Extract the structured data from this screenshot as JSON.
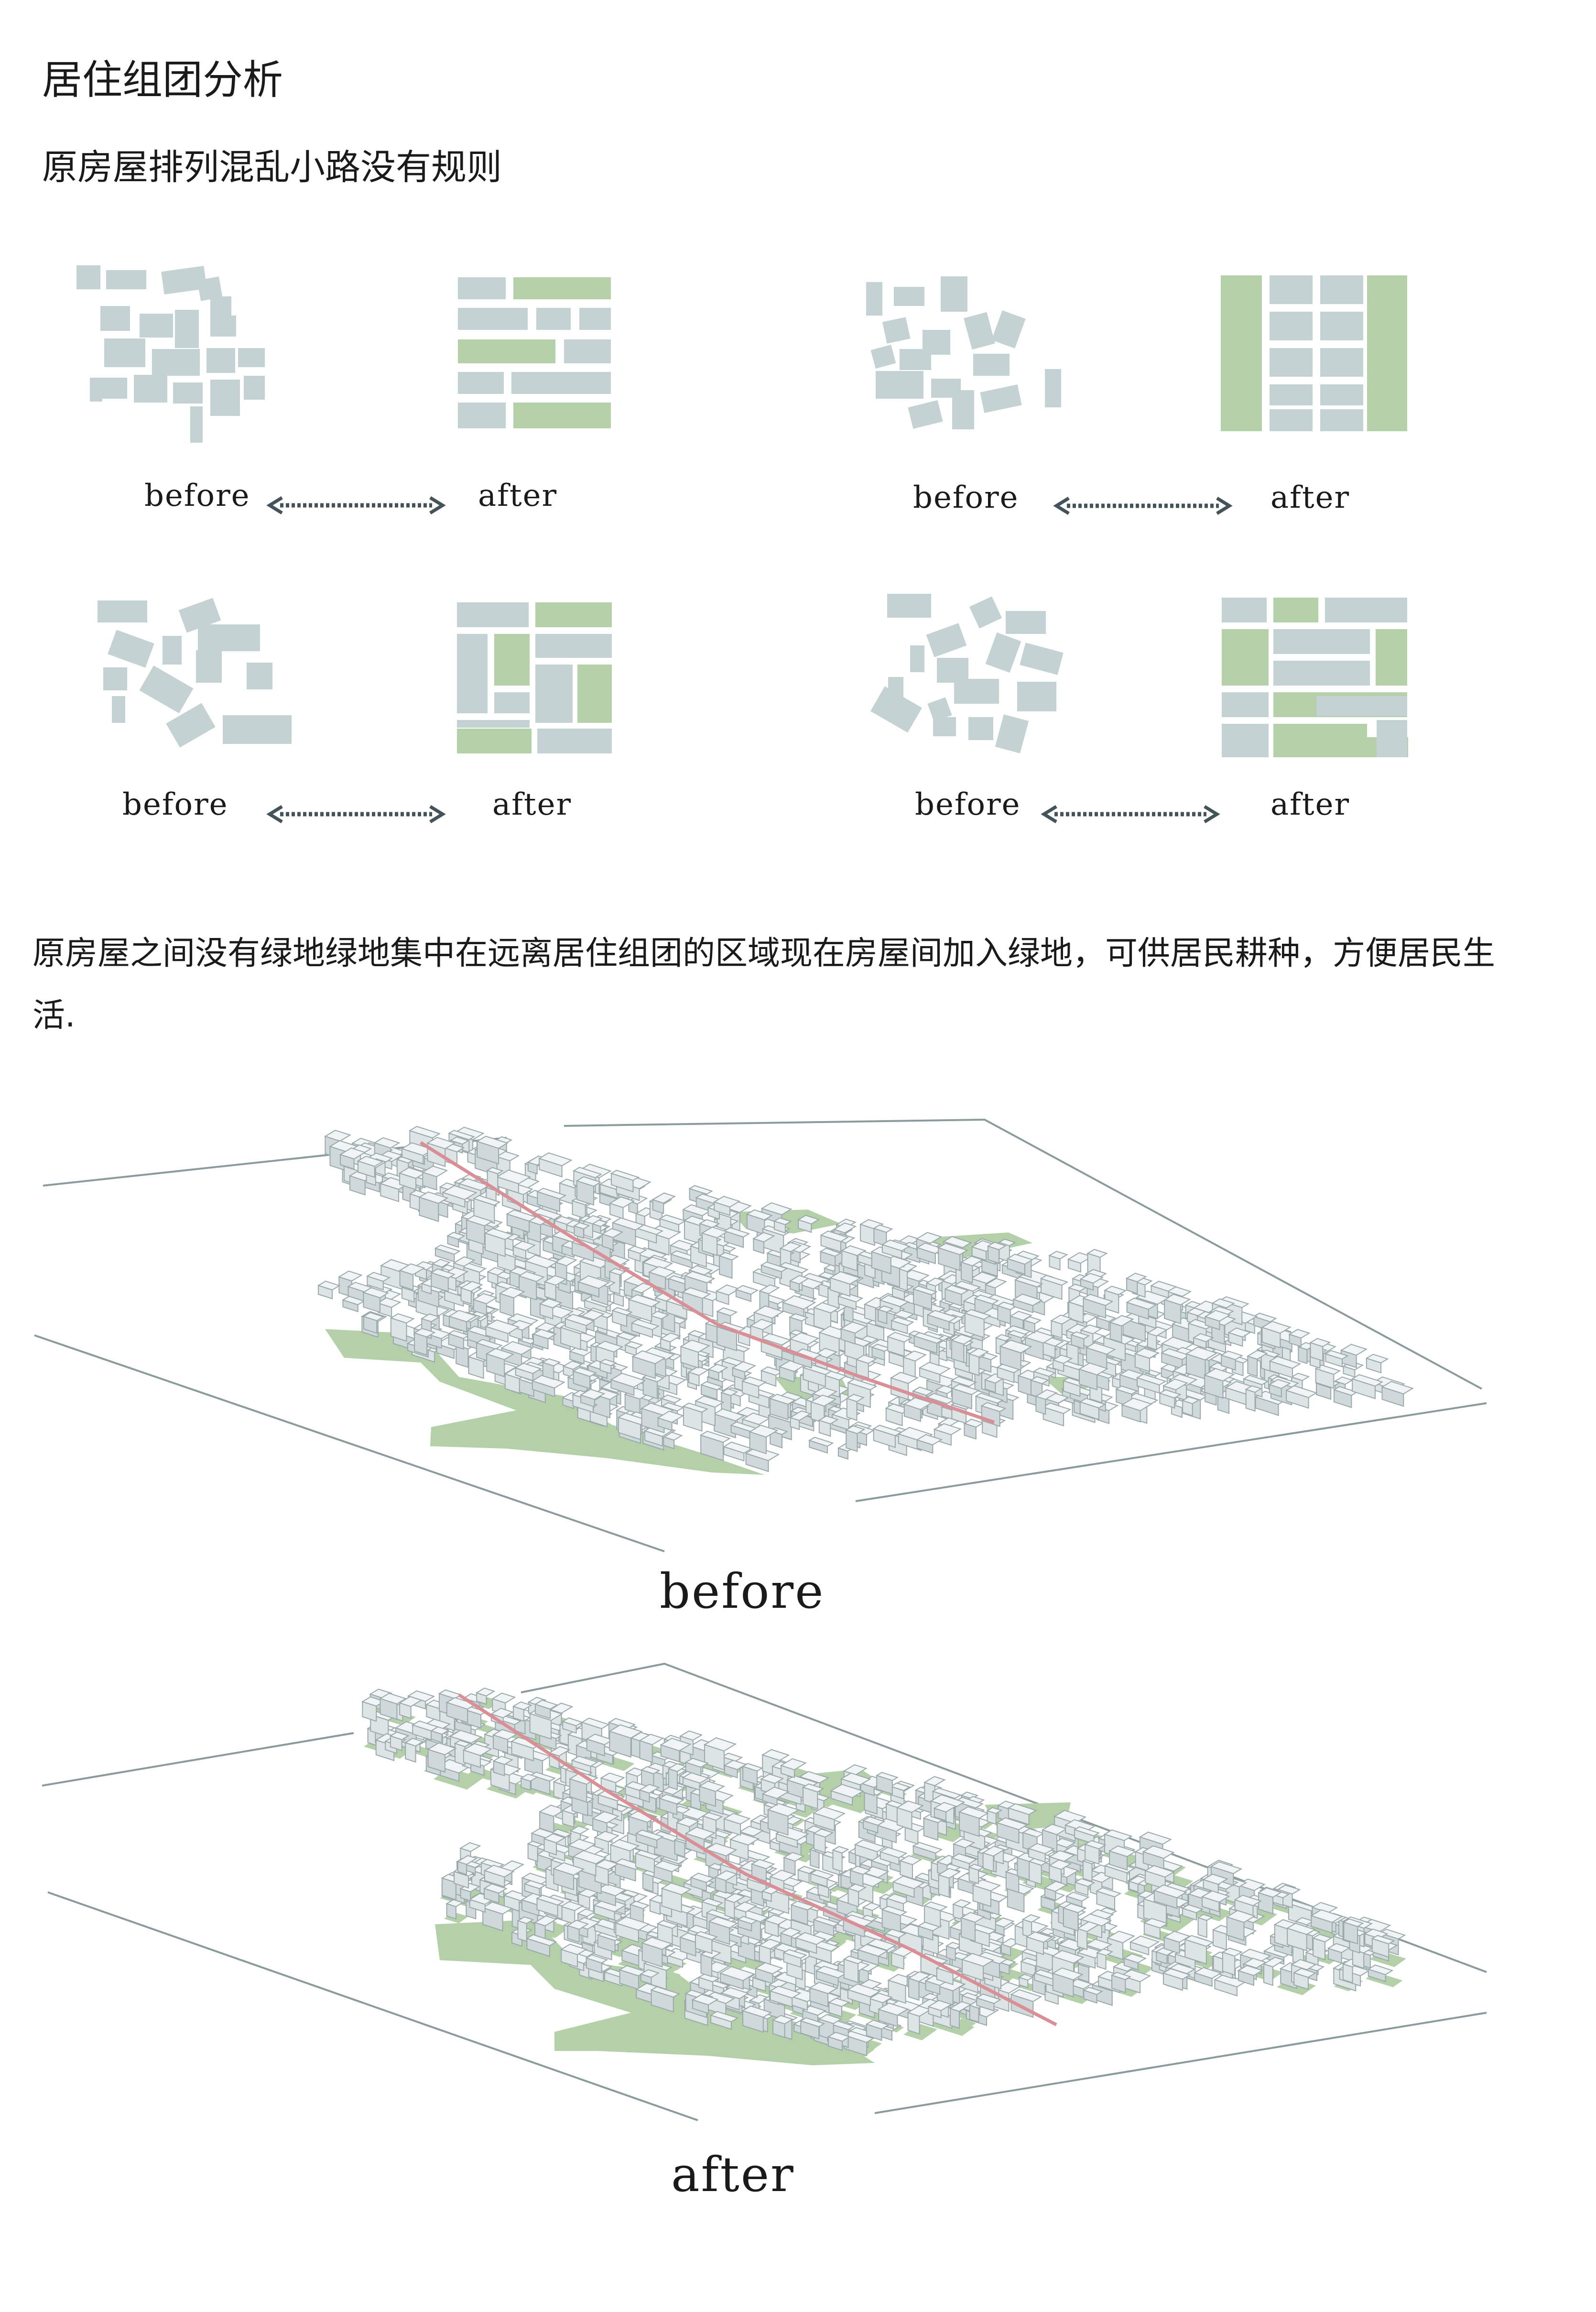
{
  "heading": "居住组团分析",
  "subheading": "原房屋排列混乱小路没有规则",
  "paragraph": "原房屋之间没有绿地绿地集中在远离居住组团的区域现在房屋间加入绿地，可供居民耕种，方便居民生活.",
  "pairs": [
    {
      "before": "before",
      "after": "after"
    },
    {
      "before": "before",
      "after": "after"
    },
    {
      "before": "before",
      "after": "after"
    },
    {
      "before": "before",
      "after": "after"
    }
  ],
  "aerial": {
    "before": "before",
    "after": "after"
  },
  "colors": {
    "building": "#c5d2d4",
    "green": "#b3d0a8",
    "arrow": "#44525a",
    "road": "#d98f95",
    "outline": "#8a9a9d"
  }
}
